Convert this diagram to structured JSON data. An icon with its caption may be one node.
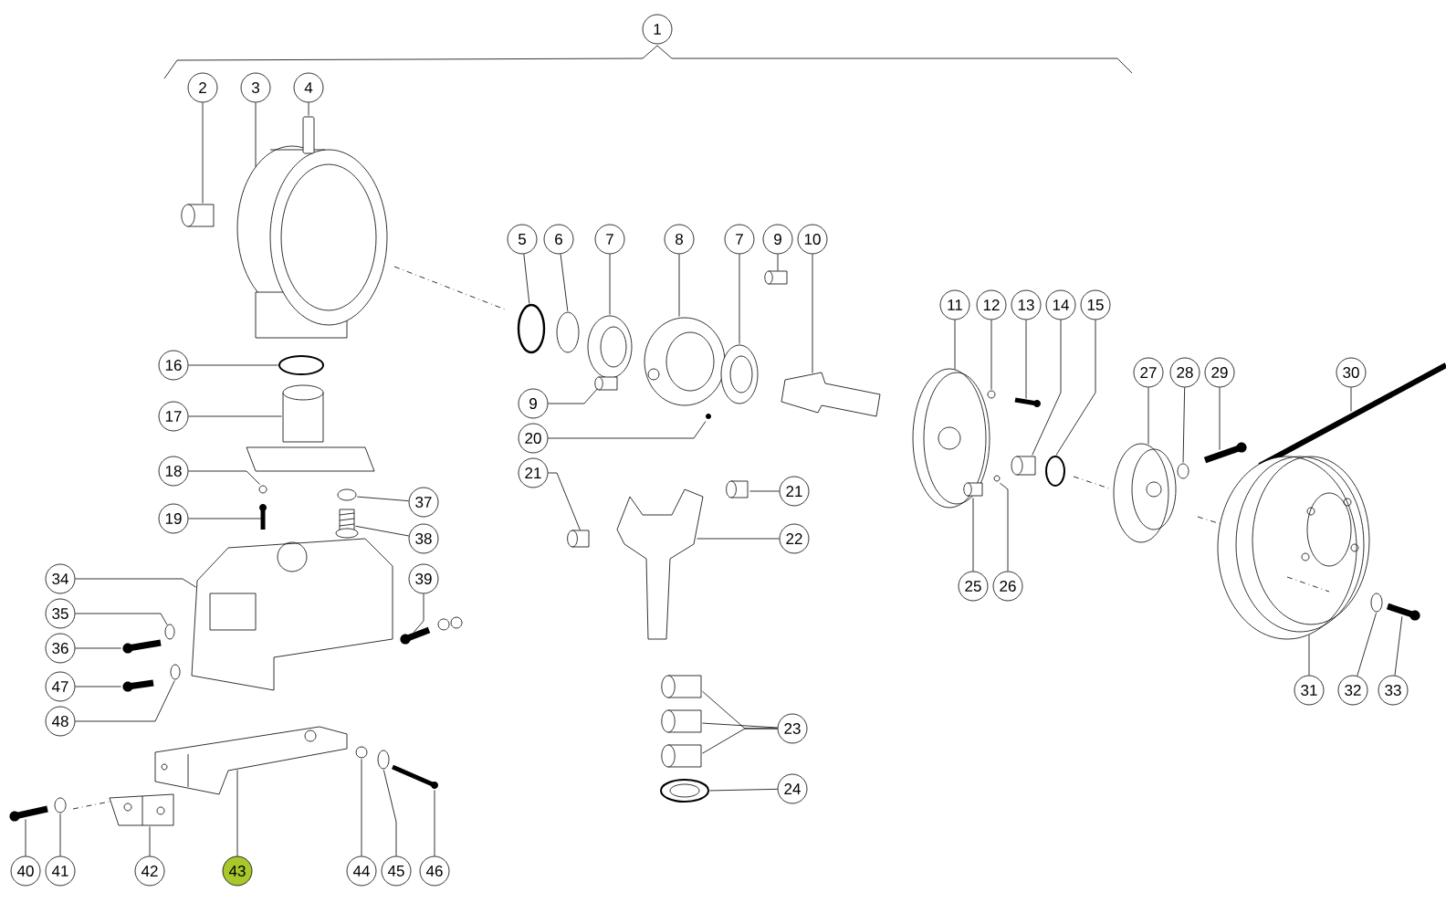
{
  "diagram": {
    "nodes": [
      {
        "text": [
          "1"
        ]
      },
      {
        "text": [
          "2"
        ]
      },
      {
        "text": [
          "3"
        ]
      },
      {
        "text": [
          "4"
        ]
      },
      {
        "text": [
          "5"
        ]
      },
      {
        "text": [
          "6"
        ]
      },
      {
        "text": [
          "7"
        ]
      },
      {
        "text": [
          "8"
        ]
      },
      {
        "text": [
          "7"
        ]
      },
      {
        "text": [
          "9"
        ]
      },
      {
        "text": [
          "10"
        ]
      },
      {
        "text": [
          "11"
        ]
      },
      {
        "text": [
          "12"
        ]
      },
      {
        "text": [
          "13"
        ]
      },
      {
        "text": [
          "14"
        ]
      },
      {
        "text": [
          "15"
        ]
      },
      {
        "text": [
          "27"
        ]
      },
      {
        "text": [
          "28"
        ]
      },
      {
        "text": [
          "29"
        ]
      },
      {
        "text": [
          "30"
        ]
      },
      {
        "text": [
          "16"
        ]
      },
      {
        "text": [
          "17"
        ]
      },
      {
        "text": [
          "9"
        ]
      },
      {
        "text": [
          "20"
        ]
      },
      {
        "text": [
          "18"
        ]
      },
      {
        "text": [
          "21"
        ]
      },
      {
        "text": [
          "21"
        ]
      },
      {
        "text": [
          "37"
        ]
      },
      {
        "text": [
          "19"
        ]
      },
      {
        "text": [
          "22"
        ]
      },
      {
        "text": [
          "38"
        ]
      },
      {
        "text": [
          "34"
        ]
      },
      {
        "text": [
          "39"
        ]
      },
      {
        "text": [
          "35"
        ]
      },
      {
        "text": [
          "36"
        ]
      },
      {
        "text": [
          "25"
        ]
      },
      {
        "text": [
          "26"
        ]
      },
      {
        "text": [
          "47"
        ]
      },
      {
        "text": [
          "48"
        ]
      },
      {
        "text": [
          "31"
        ]
      },
      {
        "text": [
          "32"
        ]
      },
      {
        "text": [
          "33"
        ]
      },
      {
        "text": [
          "23"
        ]
      },
      {
        "text": [
          "24"
        ]
      },
      {
        "text": [
          "40"
        ]
      },
      {
        "text": [
          "41"
        ]
      },
      {
        "text": [
          "42"
        ]
      },
      {
        "text": [
          "43"
        ]
      },
      {
        "text": [
          "44"
        ]
      },
      {
        "text": [
          "45"
        ]
      },
      {
        "text": [
          "46"
        ]
      },
      {
        "text": [],
        "shape": "cylinder"
      },
      {
        "text": [],
        "shape": "picture"
      },
      {
        "text": [],
        "shape": "box"
      },
      {
        "text": [],
        "shape": "circle"
      },
      {
        "text": [],
        "shape": "circle"
      },
      {
        "text": [],
        "shape": "picture"
      },
      {
        "text": [],
        "shape": "picture"
      },
      {
        "text": [],
        "shape": "picture"
      },
      {
        "text": [],
        "shape": "cylinder"
      },
      {
        "text": [],
        "shape": "picture"
      },
      {
        "text": [],
        "shape": "picture"
      },
      {
        "text": [],
        "shape": "circle"
      },
      {
        "text": [],
        "shape": "picture"
      },
      {
        "text": [],
        "shape": "cylinder"
      },
      {
        "text": [],
        "shape": "circle"
      },
      {
        "text": [],
        "shape": "picture"
      },
      {
        "text": [],
        "shape": "circle"
      },
      {
        "text": [],
        "shape": "picture"
      },
      {
        "text": [],
        "shape": "picture"
      },
      {
        "text": [],
        "shape": "circle"
      },
      {
        "text": [],
        "shape": "picture"
      },
      {
        "text": [],
        "shape": "cylinder"
      },
      {
        "text": [],
        "shape": "circle"
      },
      {
        "text": [],
        "shape": "circle"
      },
      {
        "text": [],
        "shape": "cylinder"
      },
      {
        "text": [],
        "shape": "cylinder"
      },
      {
        "text": [],
        "shape": "circle"
      },
      {
        "text": [],
        "shape": "picture"
      },
      {
        "text": [],
        "shape": "picture"
      },
      {
        "text": [],
        "shape": "picture"
      },
      {
        "text": [],
        "shape": "picture"
      },
      {
        "text": [],
        "shape": "picture"
      },
      {
        "text": [],
        "shape": "circle"
      },
      {
        "text": [],
        "shape": "picture"
      },
      {
        "text": [],
        "shape": "cylinder"
      },
      {
        "text": [],
        "shape": "circle"
      },
      {
        "text": [],
        "shape": "picture"
      },
      {
        "text": [],
        "shape": "circle"
      },
      {
        "text": [],
        "shape": "picture"
      },
      {
        "text": [],
        "shape": "circle"
      },
      {
        "text": [],
        "shape": "picture"
      },
      {
        "text": [],
        "shape": "cylinder"
      },
      {
        "text": [],
        "shape": "cylinder"
      },
      {
        "text": [],
        "shape": "cylinder"
      },
      {
        "text": [],
        "shape": "circle"
      },
      {
        "text": [],
        "shape": "picture"
      },
      {
        "text": [],
        "shape": "circle"
      },
      {
        "text": [],
        "shape": "picture"
      },
      {
        "text": [],
        "shape": "picture"
      },
      {
        "text": [],
        "shape": "circle"
      },
      {
        "text": [],
        "shape": "circle"
      },
      {
        "text": [],
        "shape": "picture"
      }
    ],
    "edges": [
      {
        "from": 1,
        "to": 51,
        "arrow": "none"
      },
      {
        "from": 2,
        "to": 52,
        "arrow": "none"
      },
      {
        "from": 3,
        "to": 53,
        "arrow": "none"
      },
      {
        "from": 4,
        "to": 54,
        "arrow": "none"
      },
      {
        "from": 5,
        "to": 55,
        "arrow": "none"
      },
      {
        "from": 6,
        "to": 56,
        "arrow": "none"
      },
      {
        "from": 7,
        "to": 57,
        "arrow": "none"
      },
      {
        "from": 8,
        "to": 58,
        "arrow": "none"
      },
      {
        "from": 9,
        "to": 59,
        "arrow": "none"
      },
      {
        "from": 10,
        "to": 60,
        "arrow": "none"
      },
      {
        "from": 11,
        "to": 61,
        "arrow": "none"
      },
      {
        "from": 12,
        "to": 62,
        "arrow": "none"
      },
      {
        "from": 13,
        "to": 63,
        "arrow": "none"
      },
      {
        "from": 14,
        "to": 64,
        "arrow": "none"
      },
      {
        "from": 15,
        "to": 65,
        "arrow": "none"
      },
      {
        "from": 16,
        "to": 66,
        "arrow": "none"
      },
      {
        "from": 17,
        "to": 67,
        "arrow": "none"
      },
      {
        "from": 18,
        "to": 68,
        "arrow": "none"
      },
      {
        "from": 19,
        "to": 69,
        "arrow": "none"
      },
      {
        "from": 20,
        "to": 70,
        "arrow": "none"
      },
      {
        "from": 21,
        "to": 71,
        "arrow": "none"
      },
      {
        "from": 22,
        "to": 72,
        "arrow": "none"
      },
      {
        "from": 23,
        "to": 73,
        "arrow": "none"
      },
      {
        "from": 24,
        "to": 74,
        "arrow": "none"
      },
      {
        "from": 25,
        "to": 75,
        "arrow": "none"
      },
      {
        "from": 26,
        "to": 76,
        "arrow": "none"
      },
      {
        "from": 27,
        "to": 77,
        "arrow": "none"
      },
      {
        "from": 28,
        "to": 78,
        "arrow": "none"
      },
      {
        "from": 29,
        "to": 79,
        "arrow": "none"
      },
      {
        "from": 30,
        "to": 80,
        "arrow": "none"
      },
      {
        "from": 31,
        "to": 81,
        "arrow": "none"
      },
      {
        "from": 32,
        "to": 82,
        "arrow": "none"
      },
      {
        "from": 33,
        "to": 83,
        "arrow": "none"
      },
      {
        "from": 34,
        "to": 84,
        "arrow": "none"
      },
      {
        "from": 35,
        "to": 85,
        "arrow": "none"
      },
      {
        "from": 36,
        "to": 86,
        "arrow": "none"
      },
      {
        "from": 37,
        "to": 87,
        "arrow": "none"
      },
      {
        "from": 38,
        "to": 88,
        "arrow": "none"
      },
      {
        "from": 39,
        "to": 89,
        "arrow": "none"
      },
      {
        "from": 40,
        "to": 90,
        "arrow": "none"
      },
      {
        "from": 41,
        "to": 91,
        "arrow": "none"
      },
      {
        "from": 42,
        "to": 92,
        "arrow": "none"
      },
      {
        "from": 42,
        "to": 93,
        "arrow": "none"
      },
      {
        "from": 42,
        "to": 94,
        "arrow": "none"
      },
      {
        "from": 43,
        "to": 95,
        "arrow": "none"
      },
      {
        "from": 44,
        "to": 96,
        "arrow": "none"
      },
      {
        "from": 45,
        "to": 97,
        "arrow": "none"
      },
      {
        "from": 46,
        "to": 98,
        "arrow": "none"
      },
      {
        "from": 47,
        "to": 99,
        "arrow": "none"
      },
      {
        "from": 48,
        "to": 100,
        "arrow": "none"
      },
      {
        "from": 49,
        "to": 101,
        "arrow": "none"
      },
      {
        "from": 50,
        "to": 102,
        "arrow": "none"
      }
    ]
  }
}
